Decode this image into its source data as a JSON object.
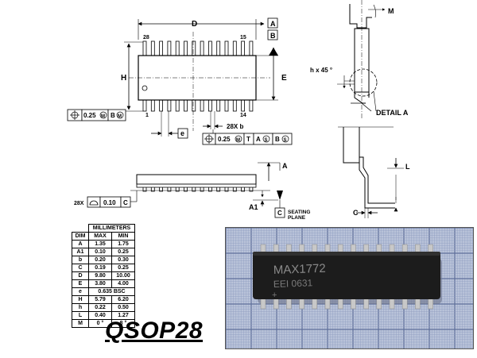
{
  "top_view": {
    "dim_d": "D",
    "dim_h": "H",
    "dim_e": "E",
    "pin_28": "28",
    "pin_15": "15",
    "pin_1": "1",
    "pin_14": "14",
    "datum_a": "A",
    "datum_b": "B",
    "fcf_left": {
      "tol": "0.25",
      "mod": "M",
      "datums": "B",
      "datum_mod": "M"
    },
    "label_e": "e",
    "label_b": "28X  b",
    "fcf_bottom": {
      "tol": "0.25",
      "mod": "M",
      "d1": "T",
      "d2": "A",
      "d2mod": "S",
      "d3": "B",
      "d3mod": "S"
    }
  },
  "side_view": {
    "datum_a": "A",
    "label_28x": "28X",
    "flatness_tol": "0.10",
    "flatness_datum": "C",
    "label_a1": "A1",
    "datum_c": "C",
    "seating_line1": "SEATING",
    "seating_line2": "PLANE"
  },
  "end_view": {
    "label_m": "M",
    "label_hx45": "h x 45 °",
    "detail_label": "DETAIL A"
  },
  "detail_view": {
    "label_l": "L",
    "label_c": "C"
  },
  "table": {
    "header_group": "MILLIMETERS",
    "col_dim": "DIM",
    "col_max": "MAX",
    "col_min": "MIN",
    "rows": [
      {
        "dim": "A",
        "max": "1.35",
        "min": "1.75"
      },
      {
        "dim": "A1",
        "max": "0.10",
        "min": "0.25"
      },
      {
        "dim": "b",
        "max": "0.20",
        "min": "0.30"
      },
      {
        "dim": "C",
        "max": "0.19",
        "min": "0.25"
      },
      {
        "dim": "D",
        "max": "9.80",
        "min": "10.00"
      },
      {
        "dim": "E",
        "max": "3.80",
        "min": "4.00"
      },
      {
        "dim": "e",
        "span": "0.635 BSC"
      },
      {
        "dim": "H",
        "max": "5.79",
        "min": "6.20"
      },
      {
        "dim": "h",
        "max": "0.22",
        "min": "0.50"
      },
      {
        "dim": "L",
        "max": "0.40",
        "min": "1.27"
      },
      {
        "dim": "M",
        "max": "0 °",
        "min": "8 °"
      }
    ]
  },
  "photo": {
    "marking_line1": "MAX1772",
    "marking_line2": "EEI  0631"
  },
  "caption": "QSOP28",
  "colors": {
    "grid_bg": "#b9c3d9",
    "chip_body": "#1c1c1c",
    "pin": "#c8c8c8",
    "marking": "#8a8a8a"
  }
}
